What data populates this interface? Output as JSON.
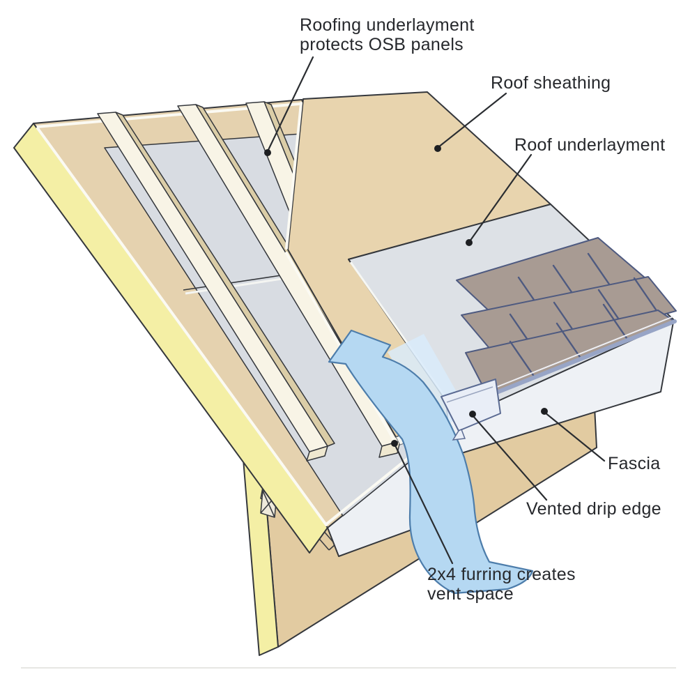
{
  "figure": {
    "type": "roof-venting-construction-illustration",
    "labels": {
      "underlayment_osb_line1": "Roofing underlayment",
      "underlayment_osb_line2": "protects OSB panels",
      "roof_sheathing": "Roof sheathing",
      "roof_underlayment": "Roof underlayment",
      "fascia": "Fascia",
      "vented_drip_edge": "Vented drip edge",
      "furring_line1": "2x4 furring creates",
      "furring_line2": "vent space"
    },
    "colors": {
      "sheathing_tan": "#e8d4ae",
      "deck_tan": "#e5d2af",
      "wall_tan": "#e2cba1",
      "foam_yellow": "#f4efa5",
      "underlayment_gray": "#d8dce2",
      "upper_underlayment_gray": "#dde1e6",
      "fascia_white": "#eef1f5",
      "end_face_white": "#edf0f4",
      "framing_white": "#f2f3f0",
      "blocking_fill": "#efeadb",
      "furring_cream": "#f8f4e6",
      "furring_shadow": "#dbcda7",
      "furring_endgrain": "#efe8d0",
      "shingle_brown": "#a89b93",
      "shingle_edge_band": "#98a5c6",
      "arrow_blue": "#b5d8f2",
      "arrow_blue_light": "#d9ebfa",
      "arrow_outline": "#4d7dab",
      "drip_edge_fill": "#e9eef7",
      "drip_edge_stroke": "#5a6a92"
    }
  }
}
